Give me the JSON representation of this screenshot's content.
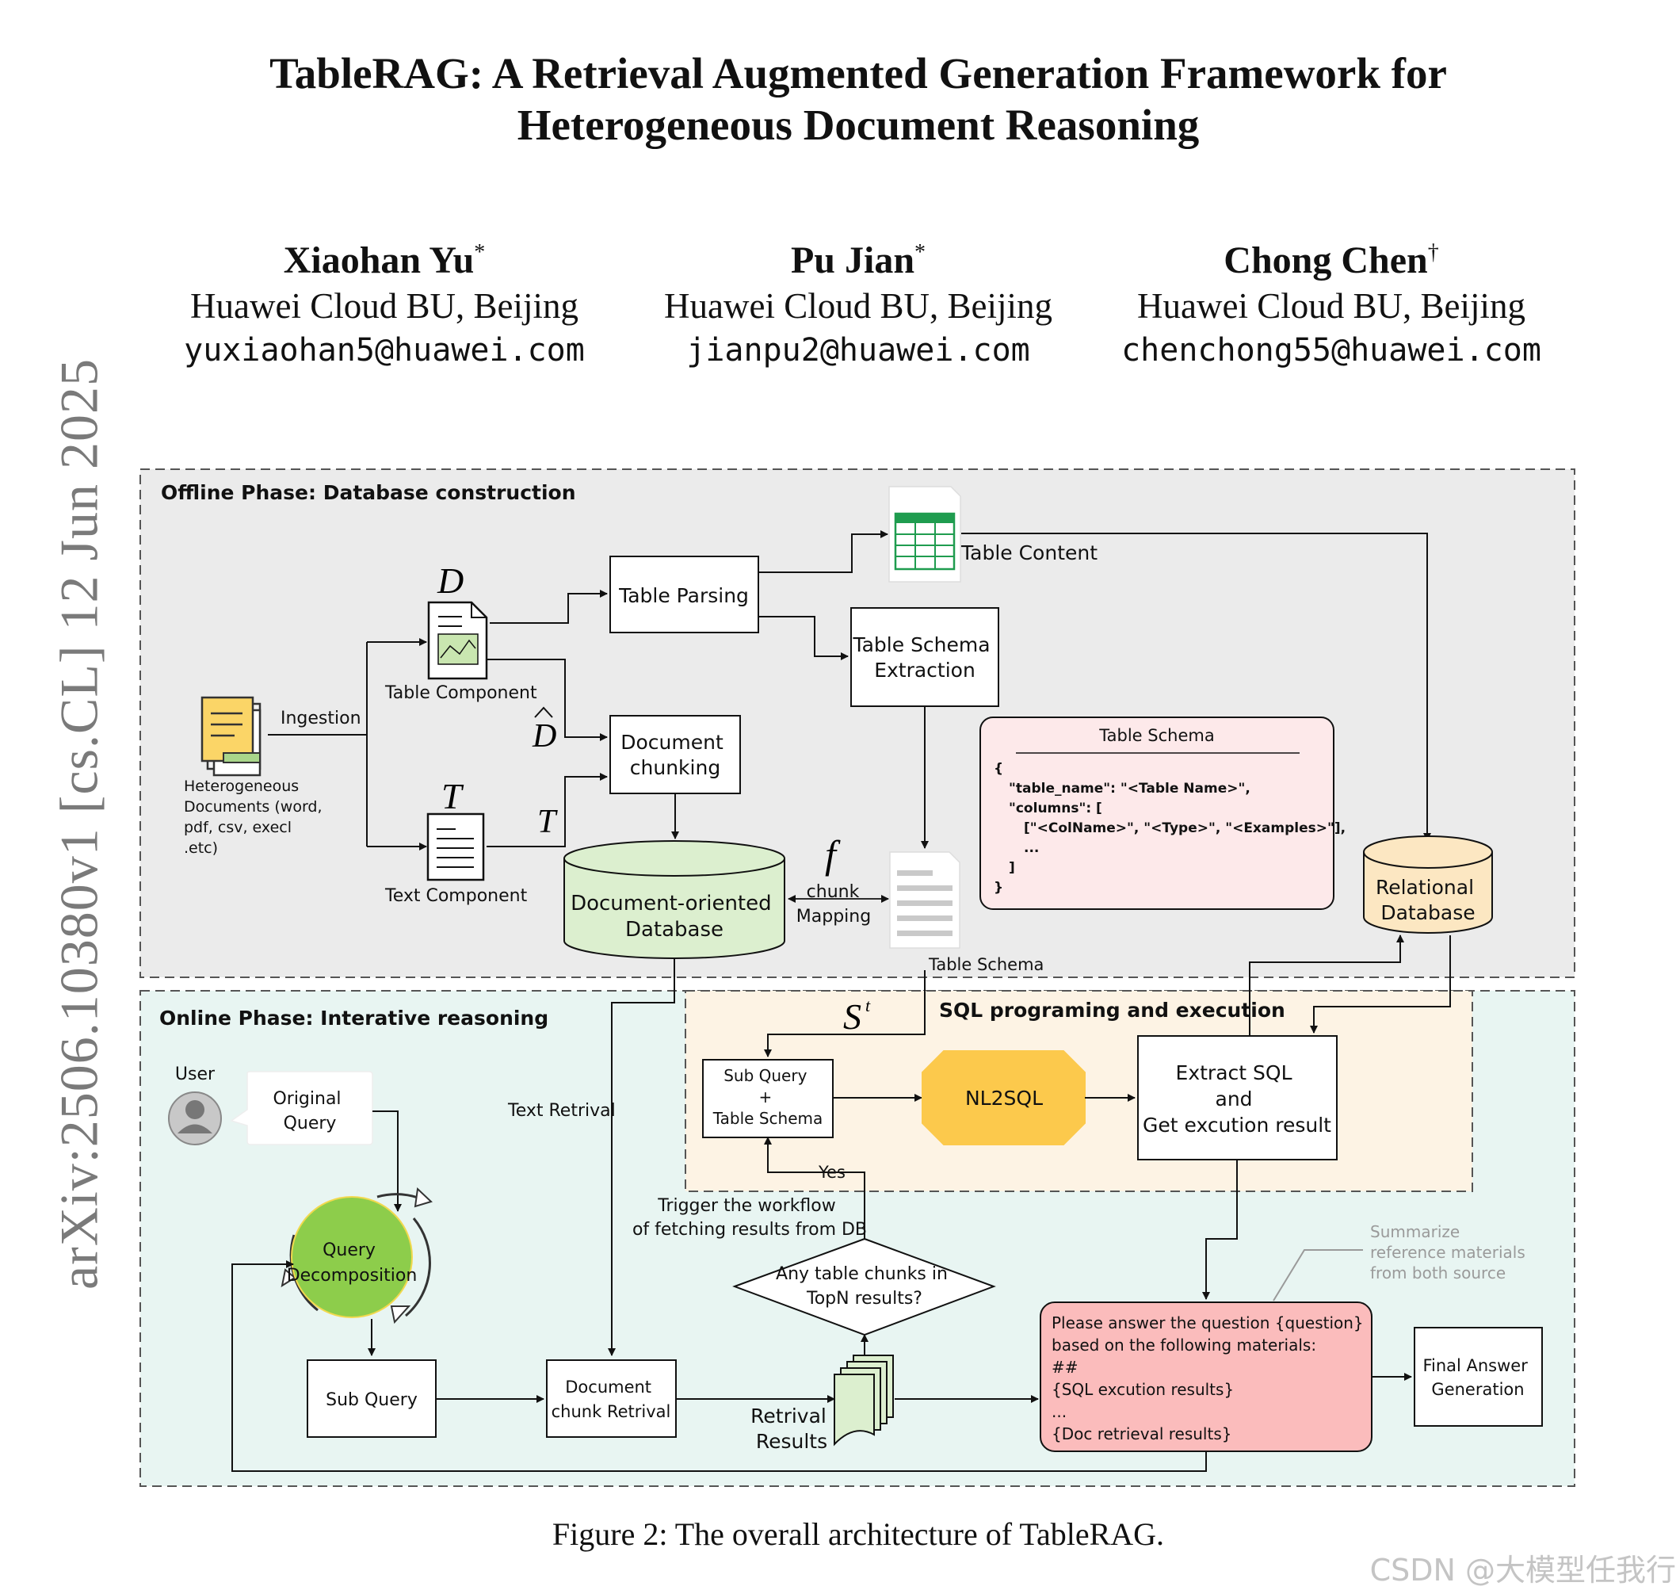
{
  "paper": {
    "title_line1": "TableRAG: A Retrieval Augmented Generation Framework for",
    "title_line2": "Heterogeneous Document Reasoning",
    "arxiv_stamp": "arXiv:2506.10380v1  [cs.CL]  12 Jun 2025",
    "caption": "Figure 2: The overall architecture of TableRAG.",
    "watermark": "CSDN @大模型任我行"
  },
  "authors": [
    {
      "name": "Xiaohan Yu",
      "mark": "*",
      "affiliation": "Huawei Cloud BU, Beijing",
      "email": "yuxiaohan5@huawei.com"
    },
    {
      "name": "Pu Jian",
      "mark": "*",
      "affiliation": "Huawei Cloud BU, Beijing",
      "email": "jianpu2@huawei.com"
    },
    {
      "name": "Chong Chen",
      "mark": "†",
      "affiliation": "Huawei Cloud BU, Beijing",
      "email": "chenchong55@huawei.com"
    }
  ],
  "figure": {
    "offline_title": "Offline Phase: Database construction",
    "online_title": "Online Phase: Interative reasoning",
    "sql_title": "SQL programing and execution",
    "hetero_docs": [
      "Heterogeneous",
      "Documents (word,",
      "pdf, csv, execl",
      ".etc)"
    ],
    "ingestion": "Ingestion",
    "sym_D": "D",
    "sym_Dhat": "D",
    "sym_T": "T",
    "sym_T2": "T",
    "sym_f": "f",
    "sym_S": "S",
    "sym_S_sup": "t",
    "table_component": "Table Component",
    "text_component": "Text Component",
    "table_parsing": "Table Parsing",
    "table_content": "Table Content",
    "schema_extraction": [
      "Table Schema",
      "Extraction"
    ],
    "doc_chunking": [
      "Document",
      "chunking"
    ],
    "doc_db": [
      "Document-oriented",
      "Database"
    ],
    "chunk": "chunk",
    "mapping": "Mapping",
    "table_schema_label": "Table Schema",
    "schema_box": {
      "title": "Table Schema",
      "lines": [
        "{",
        "\"table_name\": \"<Table Name>\",",
        "\"columns\": [",
        "[\"<ColName>\", \"<Type>\", \"<Examples>\"],",
        "...",
        "]",
        "}"
      ]
    },
    "relational_db": [
      "Relational",
      "Database"
    ],
    "user": "User",
    "original_query": [
      "Original",
      "Query"
    ],
    "text_retrival": "Text Retrival",
    "query_decomposition": [
      "Query",
      "Decomposition"
    ],
    "sub_query": "Sub Query",
    "sub_query_schema": [
      "Sub Query",
      "+",
      "Table Schema"
    ],
    "nl2sql": "NL2SQL",
    "extract_sql": [
      "Extract SQL",
      "and",
      "Get excution result"
    ],
    "yes": "Yes",
    "trigger": [
      "Trigger the workflow",
      "of fetching results from DB"
    ],
    "decision": [
      "Any table chunks in",
      "TopN results?"
    ],
    "doc_chunk_retrival": [
      "Document",
      "chunk Retrival"
    ],
    "retrival_results": [
      "Retrival",
      "Results"
    ],
    "summarize": [
      "Summarize",
      "reference materials",
      "from both source"
    ],
    "prompt": [
      "Please answer the question {question}",
      "based on the following materials:",
      "##",
      "{SQL excution results}",
      "...",
      "{Doc retrieval results}"
    ],
    "final_answer": [
      "Final Answer",
      "Generation"
    ],
    "colors": {
      "offline_bg": "#ebebeb",
      "online_bg": "#e8f5f2",
      "sql_bg": "#fdf3e4",
      "nl2sql": "#fcc94c",
      "doc_db": "#dcefcf",
      "rel_db": "#fce7c2",
      "schema_box": "#fde9ea",
      "prompt_box": "#fbbcbc",
      "query_circle": "#8dcd4b"
    }
  }
}
